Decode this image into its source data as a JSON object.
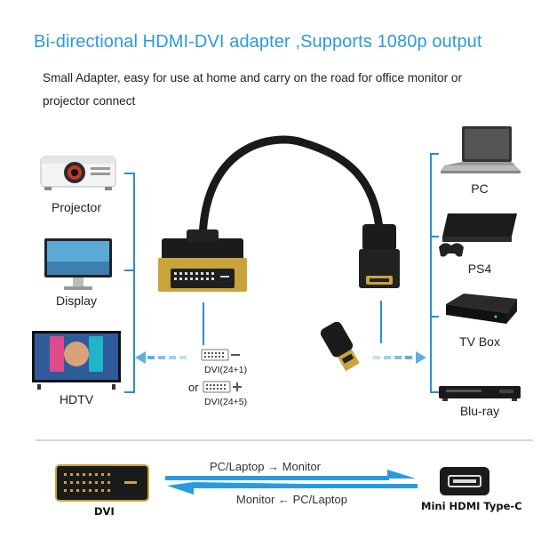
{
  "header": {
    "title": "Bi-directional HDMI-DVI adapter ,Supports 1080p output",
    "description_line1": "Small Adapter, easy for use at home and carry on the road for office monitor or",
    "description_line2": "projector connect"
  },
  "left_devices": [
    {
      "label": "Projector",
      "icon": "projector-icon"
    },
    {
      "label": "Display",
      "icon": "monitor-icon"
    },
    {
      "label": "HDTV",
      "icon": "tv-icon"
    }
  ],
  "right_devices": [
    {
      "label": "PC",
      "icon": "laptop-icon"
    },
    {
      "label": "PS4",
      "icon": "console-icon"
    },
    {
      "label": "TV Box",
      "icon": "tv-box-icon"
    },
    {
      "label": "Blu-ray",
      "icon": "bluray-player-icon"
    }
  ],
  "dvi_options": {
    "option1": "DVI(24+1)",
    "or_text": "or",
    "option2": "DVI(24+5)"
  },
  "bottom": {
    "dvi_label": "DVI",
    "hdmi_label": "Mini HDMI Type-C",
    "arrow_top": "PC/Laptop → Monitor",
    "arrow_bottom": "Monitor ← PC/Laptop"
  },
  "colors": {
    "accent": "#2c9ad8",
    "line": "#2a8fd1",
    "gold": "#c9a43c"
  }
}
